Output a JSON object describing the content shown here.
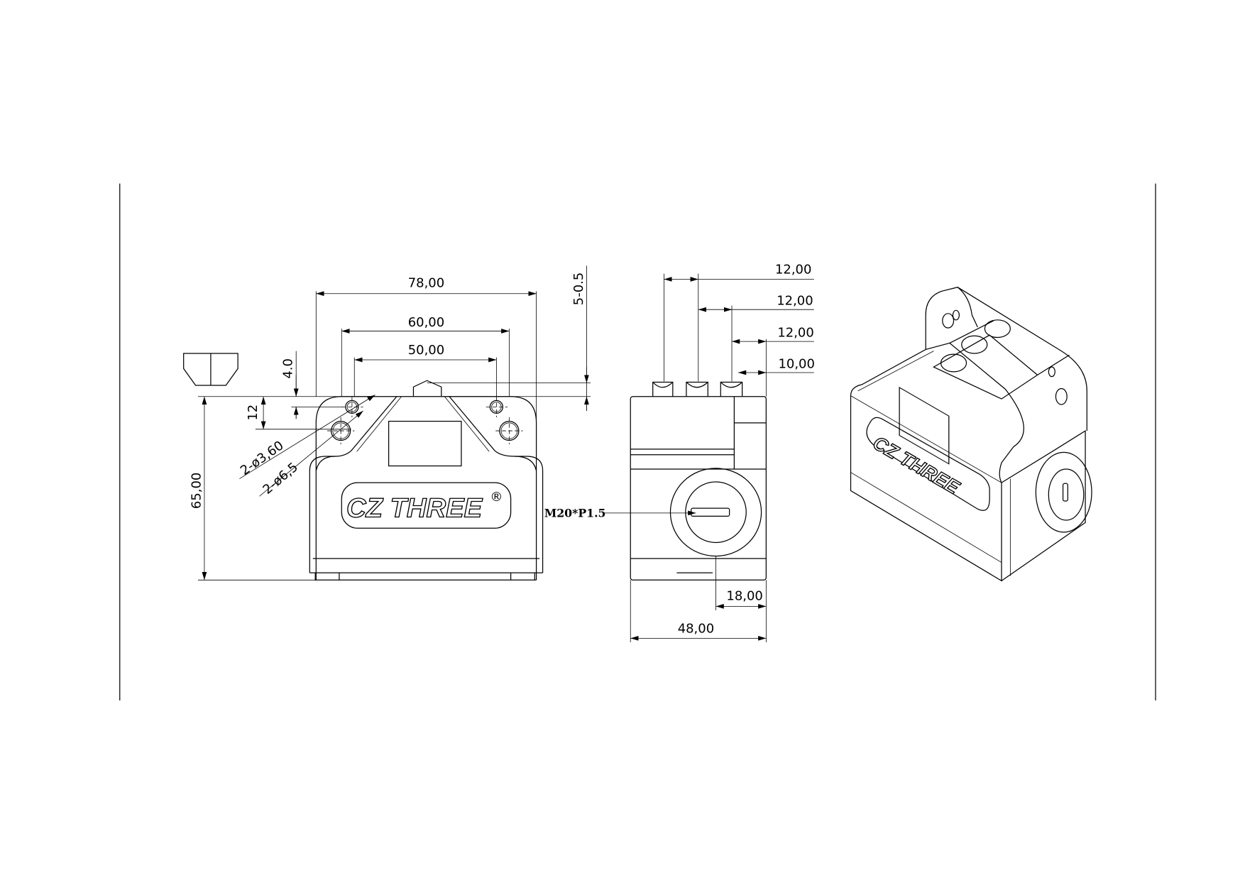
{
  "drawing": {
    "front_view": {
      "dims": {
        "width_overall": "78,00",
        "width_holes_large": "60,00",
        "width_holes_small": "50,00",
        "height_overall": "65,00",
        "offset_small": "4.0",
        "offset_large": "12",
        "tolerance": "5-0.5",
        "hole_small": "2-ø3,60",
        "hole_large": "2-ø6,5"
      },
      "logo_text": "CZ THREE",
      "registered_mark": "®"
    },
    "side_view": {
      "dims": {
        "pitch_1": "12,00",
        "pitch_2": "12,00",
        "pitch_3": "12,00",
        "edge": "10,00",
        "gland_offset": "18,00",
        "depth": "48,00"
      },
      "thread_label": "M20*P1.5"
    },
    "iso_view": {
      "logo_text": "CZ THREE"
    }
  }
}
